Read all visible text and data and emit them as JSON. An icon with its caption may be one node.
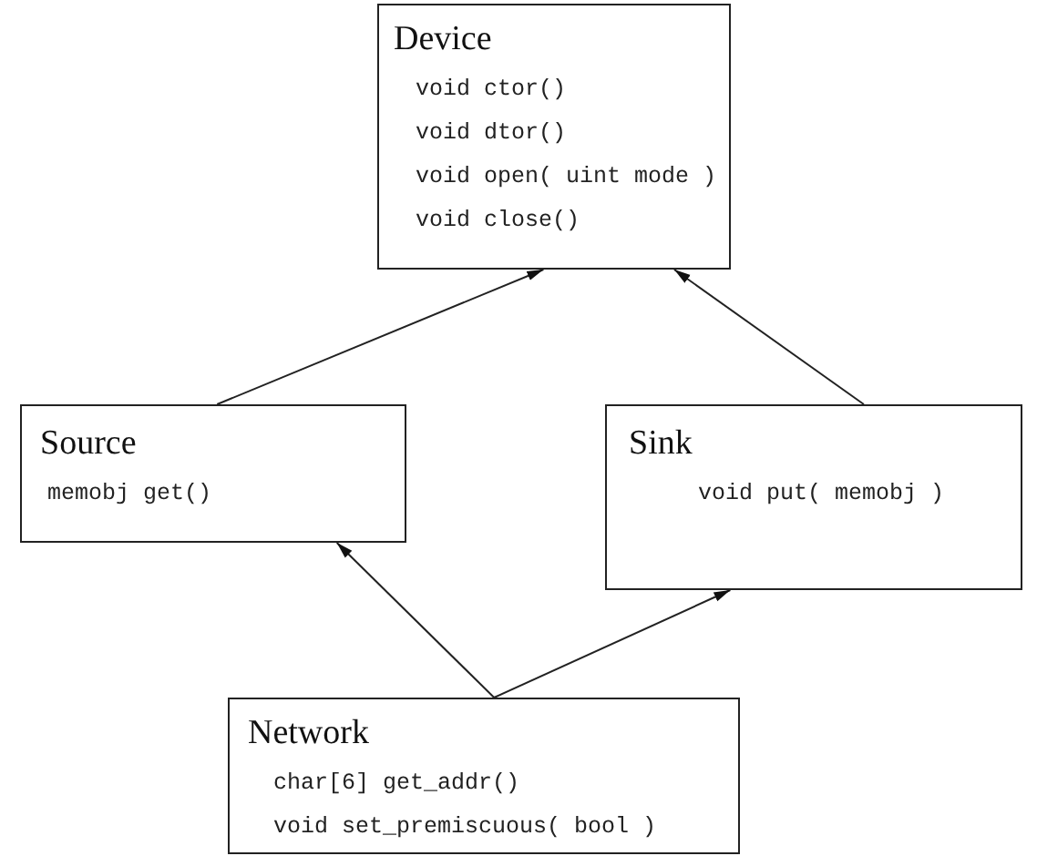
{
  "diagram": {
    "nodes": [
      {
        "text": [
          "Device",
          "void ctor()",
          "void dtor()",
          "void open( uint mode )",
          "void close()"
        ]
      },
      {
        "text": [
          "Source",
          "memobj get()"
        ]
      },
      {
        "text": [
          "Sink",
          "void put( memobj )"
        ]
      },
      {
        "text": [
          "Network",
          "char[6] get_addr()",
          "void set_premiscuous( bool )"
        ]
      }
    ],
    "edges": [
      {
        "from": 1,
        "to": 0,
        "arrow": "to"
      },
      {
        "from": 2,
        "to": 0,
        "arrow": "to"
      },
      {
        "from": 3,
        "to": 1,
        "arrow": "to"
      },
      {
        "from": 3,
        "to": 2,
        "arrow": "to"
      }
    ]
  }
}
